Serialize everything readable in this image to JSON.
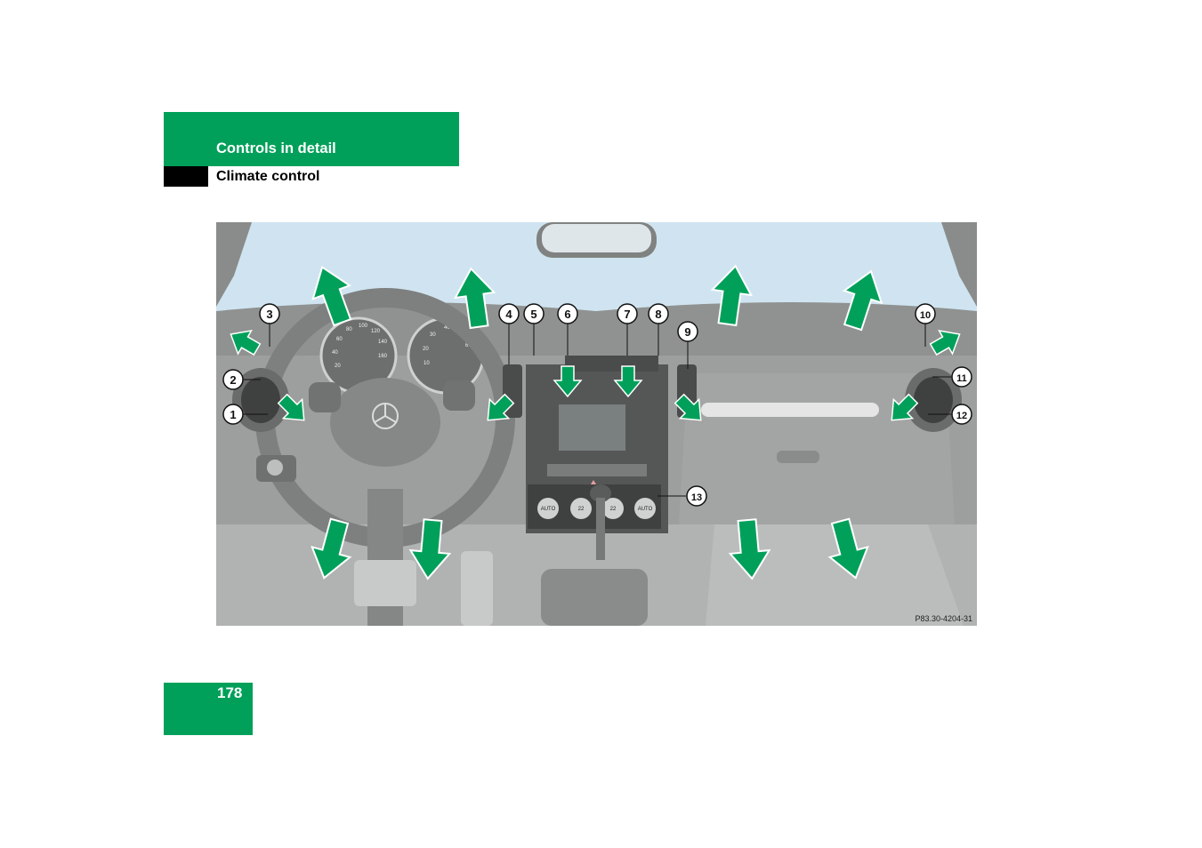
{
  "header": {
    "section": "Controls in detail",
    "subsection": "Climate control"
  },
  "figure": {
    "vent_labels": [
      "1",
      "2",
      "3",
      "4",
      "5",
      "6",
      "7",
      "8",
      "9",
      "10",
      "11",
      "12",
      "13"
    ],
    "reference_code": "P83.30-4204-31",
    "cluster_numbers": [
      "20",
      "40",
      "60",
      "80",
      "100",
      "120",
      "140",
      "160",
      "10",
      "20",
      "30",
      "40",
      "50",
      "60"
    ],
    "climate_knob_labels": [
      "AUTO",
      "22",
      "22",
      "AUTO"
    ],
    "colors": {
      "arrow": "#00a05a",
      "sky": "#cfe4f0",
      "dash": "#8f9291"
    }
  },
  "footer": {
    "page_number": "178"
  }
}
